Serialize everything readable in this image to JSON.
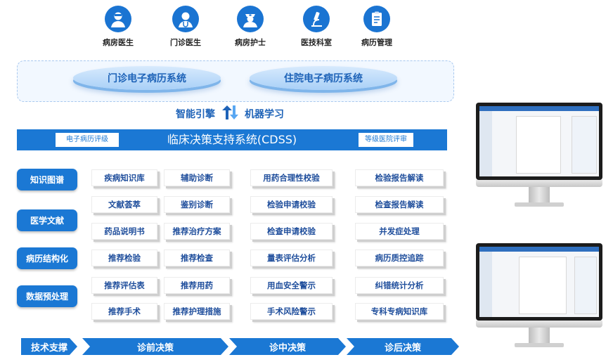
{
  "roles": [
    {
      "label": "病房医生",
      "icon": "doctor-icon"
    },
    {
      "label": "门诊医生",
      "icon": "doctor-stethoscope-icon"
    },
    {
      "label": "病房护士",
      "icon": "nurse-icon"
    },
    {
      "label": "医技科室",
      "icon": "microscope-icon"
    },
    {
      "label": "病历管理",
      "icon": "clipboard-icon"
    }
  ],
  "systems": [
    "门诊电子病历系统",
    "住院电子病历系统"
  ],
  "engine": {
    "left": "智能引擎",
    "right": "机器学习"
  },
  "cdss": {
    "title": "临床决策支持系统(CDSS)",
    "left_tag": "电子病历评级",
    "right_tag": "等级医院评审"
  },
  "categories": [
    "知识图谱",
    "医学文献",
    "病历结构化",
    "数据预处理"
  ],
  "columns": [
    [
      "疾病知识库",
      "文献荟萃",
      "药品说明书",
      "推荐检验",
      "推荐评估表",
      "推荐手术"
    ],
    [
      "辅助诊断",
      "鉴别诊断",
      "推荐治疗方案",
      "推荐检查",
      "推荐用药",
      "推荐护理措施"
    ],
    [
      "用药合理性校验",
      "检验申请校验",
      "检查申请校验",
      "量表评估分析",
      "用血安全警示",
      "手术风险警示"
    ],
    [
      "检验报告解读",
      "检查报告解读",
      "并发症处理",
      "病历质控追踪",
      "纠错统计分析",
      "专科专病知识库"
    ]
  ],
  "stages": [
    "技术支撑",
    "诊前决策",
    "诊中决策",
    "诊后决策"
  ],
  "colors": {
    "primary": "#1b78d4",
    "text": "#1f4e9c"
  }
}
